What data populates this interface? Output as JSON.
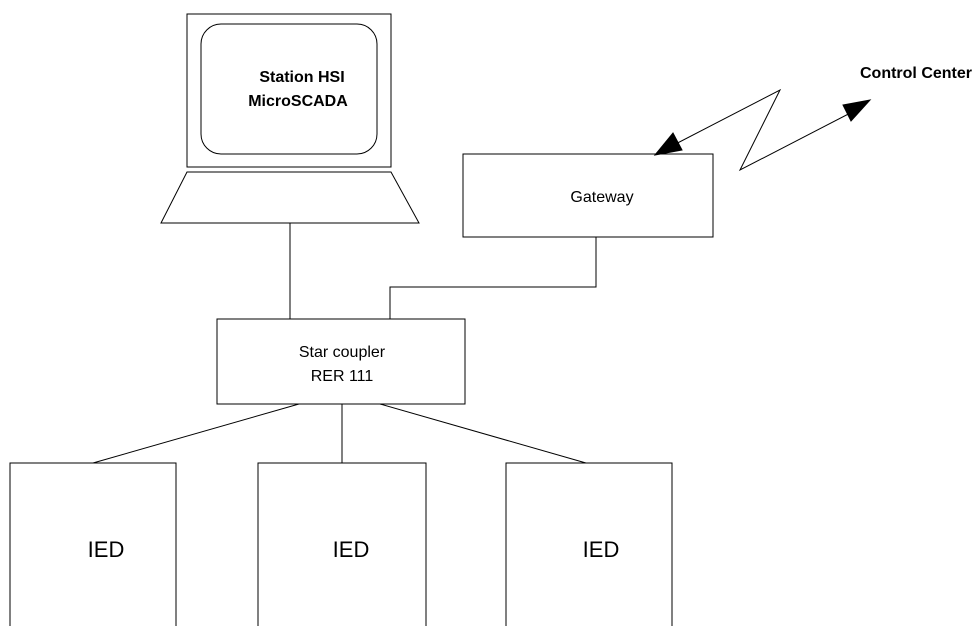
{
  "station": {
    "line1": "Station HSI",
    "line2": "MicroSCADA"
  },
  "control_center": {
    "label": "Control Center"
  },
  "gateway": {
    "label": "Gateway"
  },
  "star_coupler": {
    "line1": "Star coupler",
    "line2": "RER 111"
  },
  "ieds": [
    {
      "label": "IED"
    },
    {
      "label": "IED"
    },
    {
      "label": "IED"
    }
  ]
}
